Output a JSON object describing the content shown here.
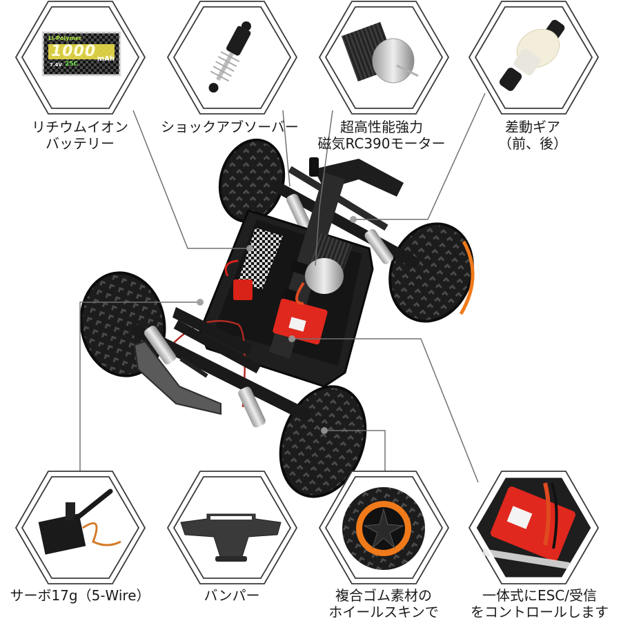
{
  "diagram": {
    "subject": "RC monster truck chassis (top view)",
    "accent_colors": {
      "orange_rim": "#f07a1a",
      "esc_red": "#e0281e",
      "outline": "#3a3a3a",
      "connector": "#707070"
    }
  },
  "parts": [
    {
      "id": "battery",
      "label_line1": "リチウムイオン",
      "label_line2": "バッテリー",
      "icon": "battery-icon",
      "image_text": {
        "brand": "Li-Polymer",
        "capacity": "1000",
        "unit": "mAh",
        "voltage": "7.4V",
        "rate": "25C"
      }
    },
    {
      "id": "shock",
      "label_line1": "ショックアブソーバー",
      "label_line2": "",
      "icon": "shock-absorber-icon"
    },
    {
      "id": "motor",
      "label_line1": "超高性能強力",
      "label_line2": "磁気RC390モーター",
      "icon": "motor-icon"
    },
    {
      "id": "diff",
      "label_line1": "差動ギア",
      "label_line2": "（前、後）",
      "icon": "differential-gear-icon"
    },
    {
      "id": "servo",
      "label_line1": "サーボ17g（5-Wire）",
      "label_line2": "",
      "icon": "servo-icon"
    },
    {
      "id": "bumper",
      "label_line1": "バンパー",
      "label_line2": "",
      "icon": "bumper-icon"
    },
    {
      "id": "wheel",
      "label_line1": "複合ゴム素材の",
      "label_line2": "ホイールスキンで",
      "icon": "wheel-icon"
    },
    {
      "id": "esc",
      "label_line1": "一体式にESC/受信",
      "label_line2": "をコントロールします",
      "icon": "esc-receiver-icon"
    }
  ]
}
